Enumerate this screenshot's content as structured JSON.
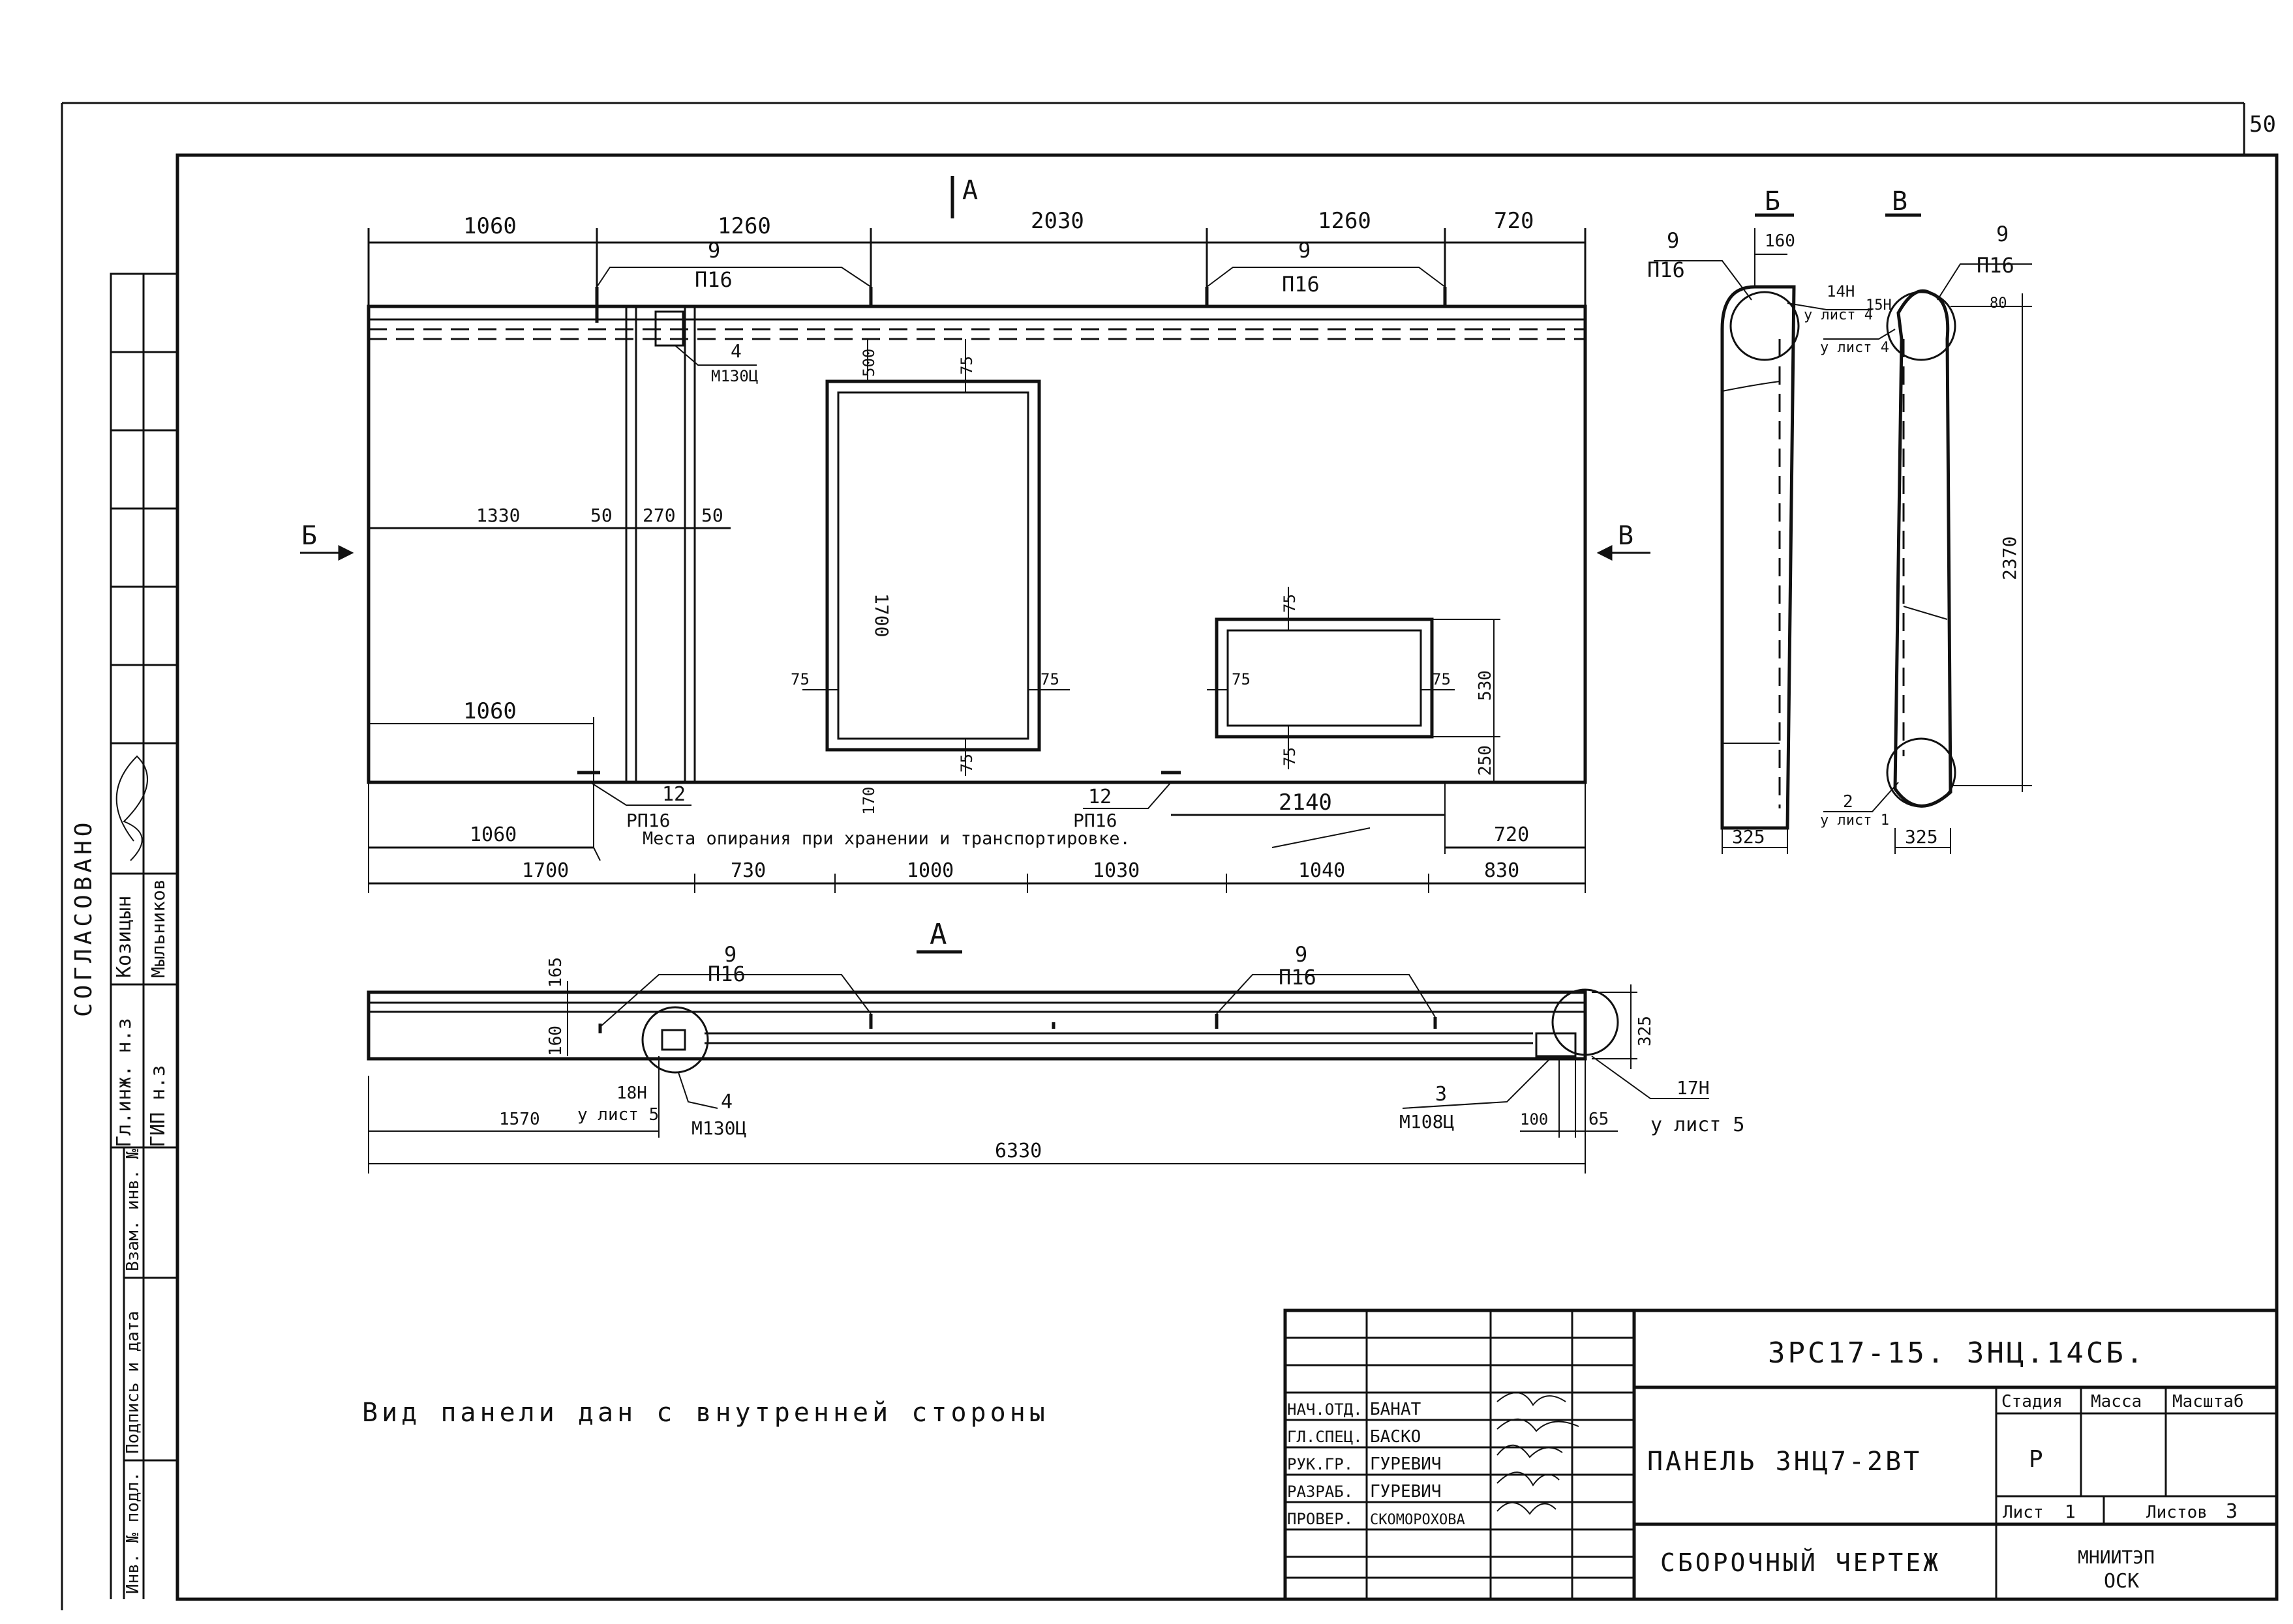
{
  "sheet_number": "50",
  "front_view": {
    "section_mark_top": "А",
    "section_mark_left": "Б",
    "section_mark_right": "В",
    "top_dims": [
      "1060",
      "1260",
      "2030",
      "1260",
      "720"
    ],
    "anchor_top_left": {
      "pos": "9",
      "mark": "П16"
    },
    "anchor_top_right": {
      "pos": "9",
      "mark": "П16"
    },
    "embed_top": {
      "pos": "4",
      "mark": "М130Ц"
    },
    "row_dims": [
      "1330",
      "50",
      "270",
      "50"
    ],
    "window_dims": {
      "top_offset": "500",
      "frame": "75",
      "height": "1700",
      "bottom": "170"
    },
    "small_opening_dims": {
      "frame": "75",
      "height": "530",
      "bottom": "250"
    },
    "left_1060": "1060",
    "bottom_anchor_left": {
      "pos": "12",
      "mark": "РП16"
    },
    "bottom_anchor_right": {
      "pos": "12",
      "mark": "РП16"
    },
    "support_note": "Места опирания при хранении и транспортировке.",
    "dim_2140": "2140",
    "bottom_left_1060": "1060",
    "bottom_right_720": "720",
    "bottom_dims": [
      "1700",
      "730",
      "1000",
      "1030",
      "1040",
      "830"
    ]
  },
  "section_b": {
    "title": "Б",
    "anchor": {
      "pos": "9",
      "mark": "П16"
    },
    "dim_top": "160",
    "callout": {
      "pos": "14Н",
      "sheet": "у лист 4"
    },
    "width": "325"
  },
  "section_v": {
    "title": "В",
    "anchor": {
      "pos": "9",
      "mark": "П16"
    },
    "callout_top": {
      "pos": "15Н",
      "sheet": "у лист 4"
    },
    "dim_top": "80",
    "height": "2370",
    "callout_bottom": {
      "pos": "2",
      "sheet": "у лист 1"
    },
    "width": "325"
  },
  "section_a": {
    "title": "А",
    "anchor_left": {
      "pos": "9",
      "mark": "П16"
    },
    "anchor_right": {
      "pos": "9",
      "mark": "П16"
    },
    "dim_165": "165",
    "dim_160": "160",
    "dim_325": "325",
    "callout_left": {
      "pos": "18Н",
      "sheet": "у лист 5"
    },
    "embed_left": {
      "pos": "4",
      "mark": "М130Ц"
    },
    "embed_right": {
      "pos": "3",
      "mark": "М108Ц"
    },
    "callout_right": {
      "pos": "17Н",
      "sheet": "у лист 5"
    },
    "dim_1570": "1570",
    "dim_100": "100",
    "dim_65": "65",
    "total_length": "6330"
  },
  "view_note": "Вид панели дан с внутренней стороны",
  "side_stamp": {
    "approved_label": "СОГЛАСОВАНО",
    "rows": [
      {
        "role": "Гл.инж. н.з",
        "name": "Козицын"
      },
      {
        "role": "ГИП н.з",
        "name": "Мыльников"
      }
    ],
    "inv_labels": [
      "Взам. инв. №",
      "Подпись и дата",
      "Инв. № подл."
    ]
  },
  "title_block": {
    "code": "ЗРС17-15. ЗНЦ.14СБ.",
    "panel_name": "ПАНЕЛЬ ЗНЦ7-2ВТ",
    "doc_type": "СБОРОЧНЫЙ ЧЕРТЕЖ",
    "stage_label": "Стадия",
    "mass_label": "Масса",
    "scale_label": "Масштаб",
    "stage_value": "Р",
    "sheet_label": "Лист",
    "sheet_value": "1",
    "sheets_label": "Листов",
    "sheets_value": "3",
    "org_line1": "МНИИТЭП",
    "org_line2": "ОСК",
    "people": [
      {
        "role": "НАЧ.ОТД.",
        "name": "БАНАТ"
      },
      {
        "role": "ГЛ.СПЕЦ.",
        "name": "БАСКО"
      },
      {
        "role": "РУК.ГР.",
        "name": "ГУРЕВИЧ"
      },
      {
        "role": "РАЗРАБ.",
        "name": "ГУРЕВИЧ"
      },
      {
        "role": "ПРОВЕР.",
        "name": "СКОМОРОХОВА"
      }
    ]
  }
}
